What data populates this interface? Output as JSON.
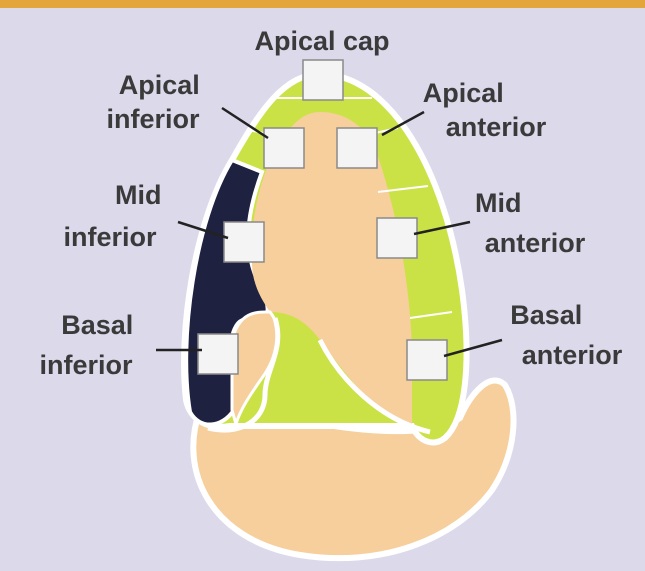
{
  "diagram": {
    "colors": {
      "background": "#dcd9eb",
      "top_rule": "#e2a63a",
      "cavity": "#f6cf9c",
      "normal_myocardium": "#cbe247",
      "affected_myocardium": "#1e2140",
      "outline": "#ffffff",
      "label_text": "#3a3a3a"
    },
    "segments": [
      {
        "id": "apical-cap",
        "text": "Apical cap"
      },
      {
        "id": "apical-inferior",
        "line1": "Apical",
        "line2": "inferior"
      },
      {
        "id": "apical-anterior",
        "line1": "Apical",
        "line2": "anterior"
      },
      {
        "id": "mid-inferior",
        "line1": "Mid",
        "line2": "inferior"
      },
      {
        "id": "mid-anterior",
        "line1": "Mid",
        "line2": "anterior"
      },
      {
        "id": "basal-inferior",
        "line1": "Basal",
        "line2": "inferior"
      },
      {
        "id": "basal-anterior",
        "line1": "Basal",
        "line2": "anterior"
      }
    ]
  }
}
